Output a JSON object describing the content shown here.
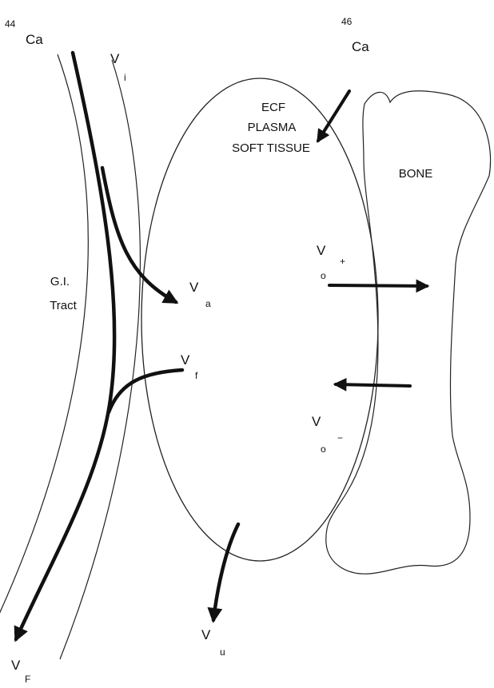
{
  "isotopes": {
    "oral": {
      "mass": "44",
      "element": "Ca"
    },
    "iv": {
      "mass": "46",
      "element": "Ca"
    }
  },
  "compartments": {
    "gi_line1": "G.I.",
    "gi_line2": "Tract",
    "pool_line1": "ECF",
    "pool_line2": "PLASMA",
    "pool_line3": "SOFT TISSUE",
    "bone": "BONE"
  },
  "fluxes": {
    "vi": {
      "main": "V",
      "sub": "i"
    },
    "va": {
      "main": "V",
      "sub": "a"
    },
    "vf": {
      "main": "V",
      "sub": "f"
    },
    "vo_plus": {
      "main": "V",
      "sub": "o",
      "sign": "+"
    },
    "vo_minus": {
      "main": "V",
      "sub": "o",
      "sign": "−"
    },
    "vu": {
      "main": "V",
      "sub": "u"
    },
    "vF": {
      "main": "V",
      "sub": "F"
    }
  }
}
